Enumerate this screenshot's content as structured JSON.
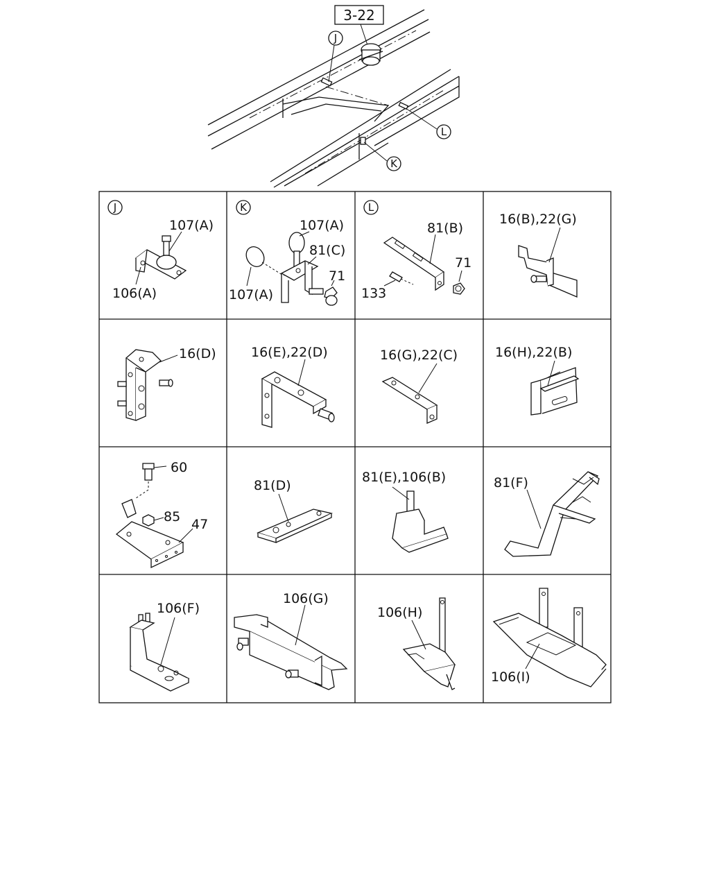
{
  "overview": {
    "ref_label": "3-22",
    "callouts": [
      "J",
      "K",
      "L"
    ]
  },
  "grid": {
    "cells": [
      {
        "letter": "J",
        "labels": [
          "107(A)",
          "106(A)"
        ]
      },
      {
        "letter": "K",
        "labels": [
          "107(A)",
          "81(C)",
          "71",
          "107(A)"
        ]
      },
      {
        "letter": "L",
        "labels": [
          "81(B)",
          "71",
          "133"
        ]
      },
      {
        "letter": "",
        "labels": [
          "16(B),22(G)"
        ]
      },
      {
        "letter": "",
        "labels": [
          "16(D)"
        ]
      },
      {
        "letter": "",
        "labels": [
          "16(E),22(D)"
        ]
      },
      {
        "letter": "",
        "labels": [
          "16(G),22(C)"
        ]
      },
      {
        "letter": "",
        "labels": [
          "16(H),22(B)"
        ]
      },
      {
        "letter": "",
        "labels": [
          "60",
          "85",
          "47"
        ]
      },
      {
        "letter": "",
        "labels": [
          "81(D)"
        ]
      },
      {
        "letter": "",
        "labels": [
          "81(E),106(B)"
        ]
      },
      {
        "letter": "",
        "labels": [
          "81(F)"
        ]
      },
      {
        "letter": "",
        "labels": [
          "106(F)"
        ]
      },
      {
        "letter": "",
        "labels": [
          "106(G)"
        ]
      },
      {
        "letter": "",
        "labels": [
          "106(H)"
        ]
      },
      {
        "letter": "",
        "labels": [
          "106(I)"
        ]
      }
    ]
  }
}
